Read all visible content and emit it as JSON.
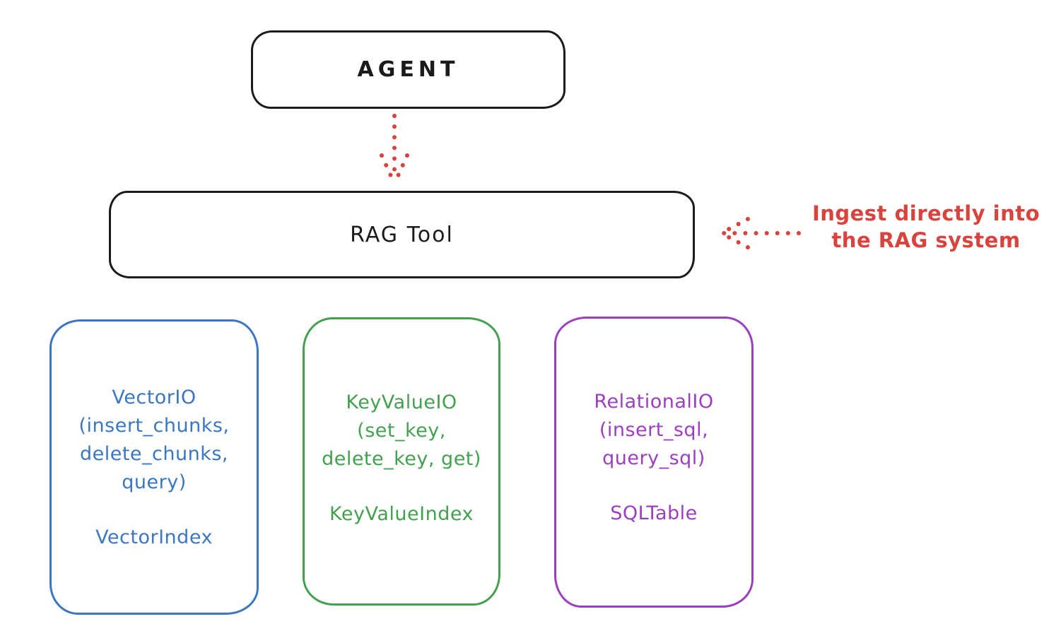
{
  "diagram": {
    "agent": {
      "label": "AGENT"
    },
    "rag_tool": {
      "label": "RAG Tool"
    },
    "annotation": {
      "line1": "Ingest directly into",
      "line2": "the RAG system"
    },
    "backends": [
      {
        "id": "vector-io",
        "color": "#3b76c2",
        "lines": [
          "VectorIO",
          "(insert_chunks,",
          "delete_chunks,",
          "query)"
        ],
        "index_label": "VectorIndex"
      },
      {
        "id": "keyvalue-io",
        "color": "#43a04e",
        "lines": [
          "KeyValueIO",
          "(set_key,",
          "delete_key, get)"
        ],
        "index_label": "KeyValueIndex"
      },
      {
        "id": "relational-io",
        "color": "#9b3fc0",
        "lines": [
          "RelationalIO",
          "(insert_sql,",
          "query_sql)"
        ],
        "index_label": "SQLTable"
      }
    ],
    "colors": {
      "stroke_black": "#1b1b1b",
      "arrow_red": "#d9423d",
      "background": "#ffffff"
    }
  }
}
